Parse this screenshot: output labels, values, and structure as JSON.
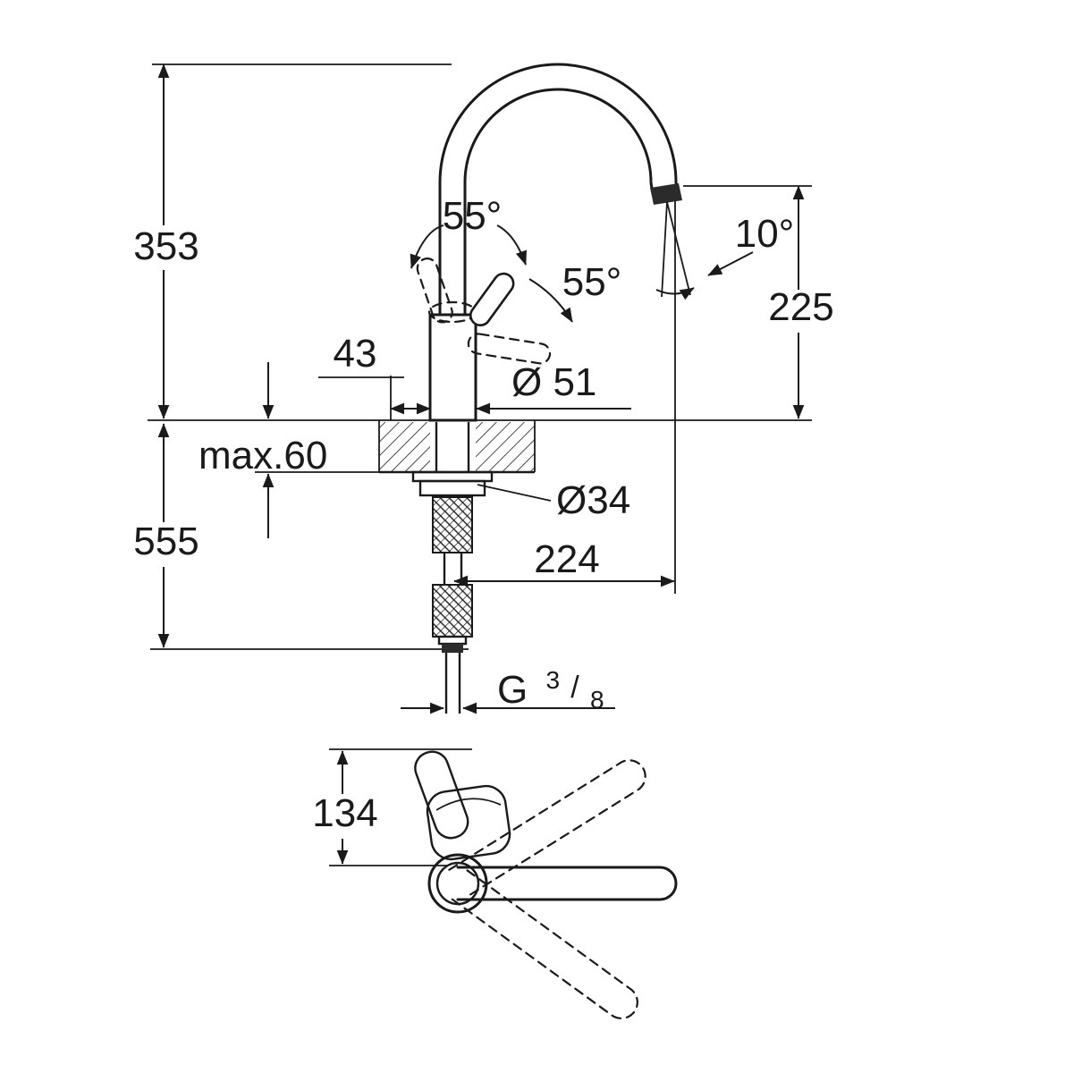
{
  "drawing": {
    "type": "technical-dimension-drawing",
    "subject": "kitchen sink mixer tap, side view with mounting section and top view",
    "colors": {
      "line": "#1a1a1a",
      "background": "#ffffff",
      "aerator_fill": "#2b2b2b"
    }
  },
  "labels": {
    "height_total": "353",
    "depth_below_deck": "555",
    "deck_thickness_max": "max.60",
    "shank_diameter": "Ø34",
    "body_diameter": "Ø 51",
    "offset_front": "43",
    "lever_angle_left": "55°",
    "lever_angle_right": "55°",
    "spout_tilt_angle": "10°",
    "outlet_height": "225",
    "spout_reach": "224",
    "thread_g": "G",
    "thread_numerator": "3",
    "thread_slash": "/",
    "thread_denominator": "8",
    "top_view_height": "134"
  }
}
